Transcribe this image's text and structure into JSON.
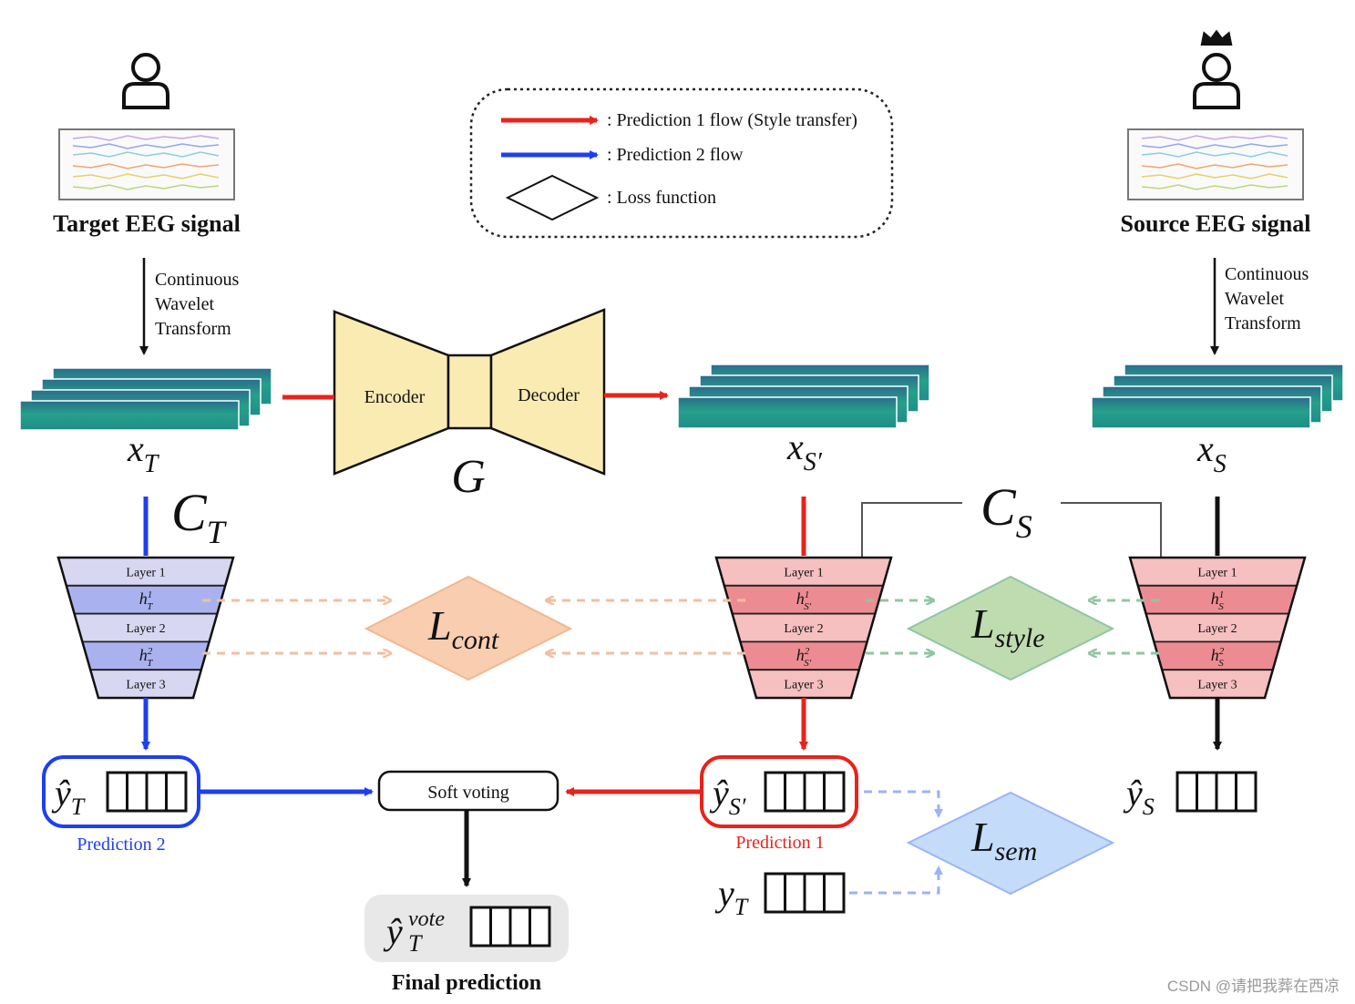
{
  "legend": {
    "flow1": ": Prediction 1 flow (Style transfer)",
    "flow2": ": Prediction 2 flow",
    "loss": ": Loss function"
  },
  "target": {
    "title": "Target EEG signal",
    "cwt": [
      "Continuous",
      "Wavelet",
      "Transform"
    ],
    "x_base": "x",
    "x_sub": "T",
    "classifier_base": "C",
    "classifier_sub": "T"
  },
  "source": {
    "title": "Source EEG signal",
    "cwt": [
      "Continuous",
      "Wavelet",
      "Transform"
    ],
    "x_base": "x",
    "x_sub": "S",
    "classifier_base": "C",
    "classifier_sub": "S"
  },
  "generator": {
    "encoder": "Encoder",
    "decoder": "Decoder",
    "name": "G"
  },
  "transferred": {
    "x_base": "x",
    "x_sub": "S′"
  },
  "layers": {
    "l1": "Layer 1",
    "l2": "Layer 2",
    "l3": "Layer 3"
  },
  "hidden": {
    "base": "h",
    "sup1": "1",
    "sup2": "2",
    "sub_T": "T",
    "sub_Sp": "S′",
    "sub_S": "S"
  },
  "losses": {
    "cont_base": "L",
    "cont_sub": "cont",
    "style_base": "L",
    "style_sub": "style",
    "sem_base": "L",
    "sem_sub": "sem"
  },
  "predictions": {
    "pred2_label": "Prediction 2",
    "pred1_label": "Prediction 1",
    "y_hat": "ŷ",
    "y": "y",
    "sub_T": "T",
    "sub_Sp": "S′",
    "sub_S": "S",
    "vote_sup": "vote"
  },
  "soft_voting": "Soft voting",
  "final_prediction": "Final prediction",
  "watermark": "CSDN @请把我葬在西凉",
  "colors": {
    "red_flow": "#e8231c",
    "blue_flow": "#1e3ff0",
    "loss_cont": "#f8cdb0",
    "loss_style": "#bfdcb0",
    "loss_sem": "#c4dcfa",
    "gen_fill": "#faebb3",
    "trap_blue_light": "#d7d7f2",
    "trap_blue_dark": "#a9b2ef",
    "trap_pink_light": "#f6bfc0",
    "trap_pink_dark": "#ec8c92"
  }
}
